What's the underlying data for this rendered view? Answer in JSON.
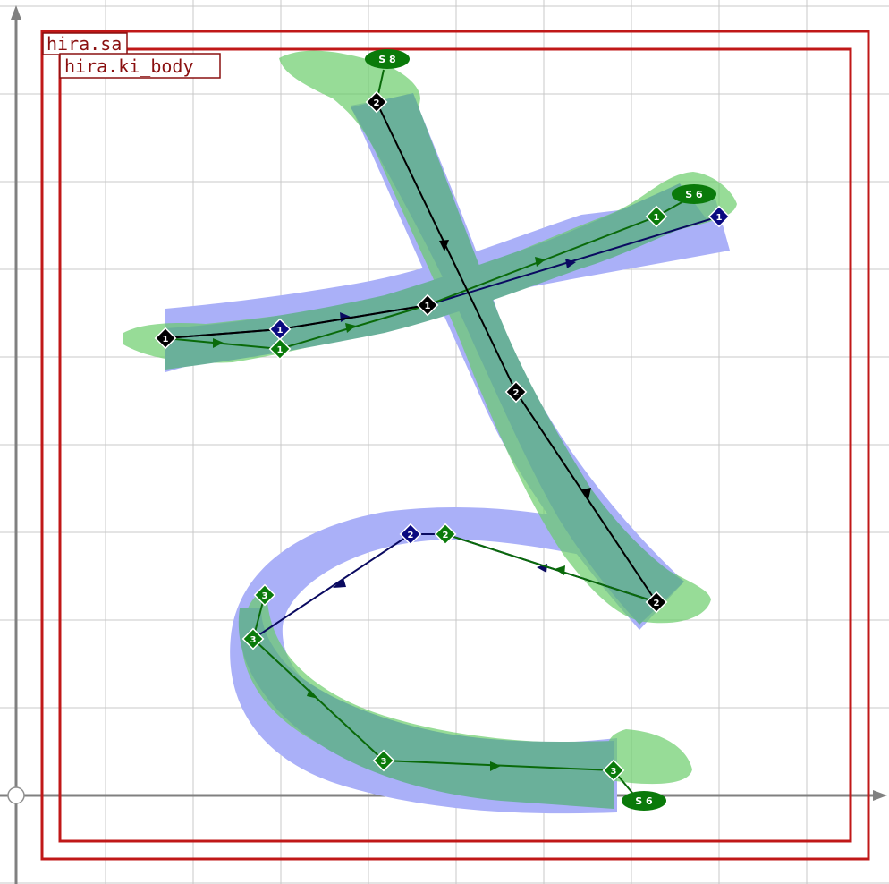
{
  "labels": {
    "outer_box": "hira.sa",
    "inner_box": "hira.ki_body"
  },
  "colors": {
    "background": "#ffffff",
    "grid": "#c8c8c8",
    "axis": "#808080",
    "box": "#c01818",
    "box_label": "#8a1010",
    "ref_fill": "#aab0f8",
    "user_fill": "#66cc66",
    "overlap_fill": "#6ab09a",
    "ref_path": "#0a0a60",
    "user_path": "#0a6a0a",
    "black_path": "#000000",
    "tag_fill": "#0a7a0a"
  },
  "markers": {
    "black": [
      "1",
      "1",
      "2",
      "2",
      "2"
    ],
    "navy": [
      "1",
      "1",
      "2"
    ],
    "green": [
      "1",
      "1",
      "2",
      "3",
      "3",
      "3",
      "3"
    ]
  },
  "tags": [
    "S 8",
    "S 6",
    "S 6"
  ]
}
